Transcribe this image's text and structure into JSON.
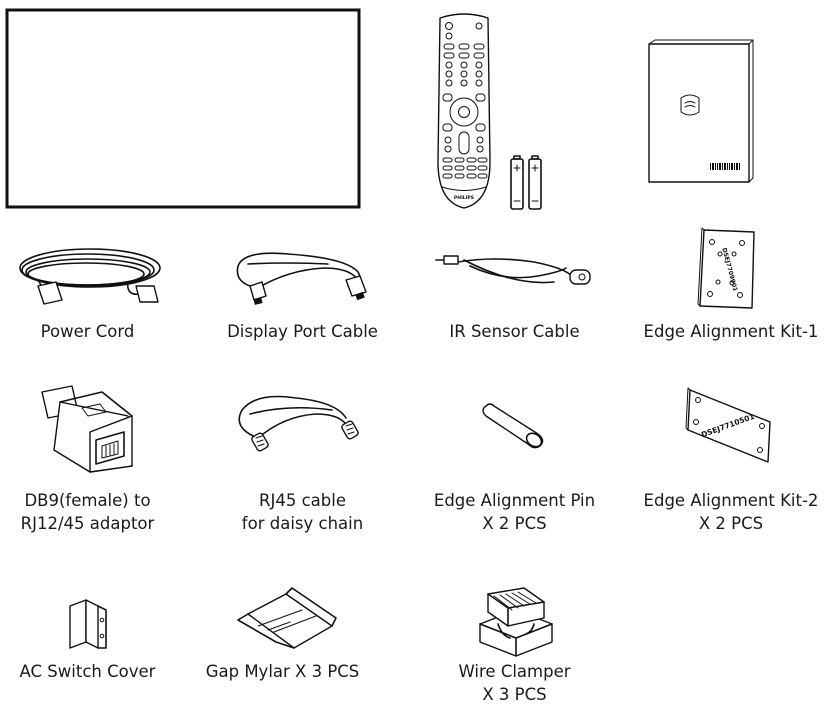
{
  "items": {
    "monitor": {
      "icon": "monitor-icon"
    },
    "remote": {
      "icon": "remote-control-icon",
      "brand_text": "PHILIPS"
    },
    "manual": {
      "icon": "user-manual-icon"
    },
    "power_cord": {
      "label": "Power Cord",
      "icon": "power-cord-icon"
    },
    "display_port_cable": {
      "label": "Display Port Cable",
      "icon": "display-port-cable-icon"
    },
    "ir_sensor_cable": {
      "label": "IR Sensor Cable",
      "icon": "ir-sensor-cable-icon"
    },
    "edge_alignment_kit_1": {
      "label": "Edge Alignment Kit-1",
      "icon": "edge-alignment-kit-1-icon",
      "part_text": "DSEJ7709901"
    },
    "db9_adaptor": {
      "line1": "DB9(female) to",
      "line2": "RJ12/45 adaptor",
      "icon": "db9-adaptor-icon"
    },
    "rj45_cable": {
      "line1": "RJ45 cable",
      "line2": "for daisy chain",
      "icon": "rj45-cable-icon"
    },
    "edge_alignment_pin": {
      "line1": "Edge Alignment Pin",
      "line2": "X 2 PCS",
      "icon": "edge-alignment-pin-icon"
    },
    "edge_alignment_kit_2": {
      "line1": "Edge Alignment Kit-2",
      "line2": "X 2 PCS",
      "icon": "edge-alignment-kit-2-icon",
      "part_text": "DSEJ7710501"
    },
    "ac_switch_cover": {
      "label": "AC Switch Cover",
      "icon": "ac-switch-cover-icon"
    },
    "gap_mylar": {
      "label": "Gap Mylar X 3 PCS",
      "icon": "gap-mylar-icon"
    },
    "wire_clamper": {
      "line1": "Wire Clamper",
      "line2": "X 3 PCS",
      "icon": "wire-clamper-icon"
    }
  }
}
